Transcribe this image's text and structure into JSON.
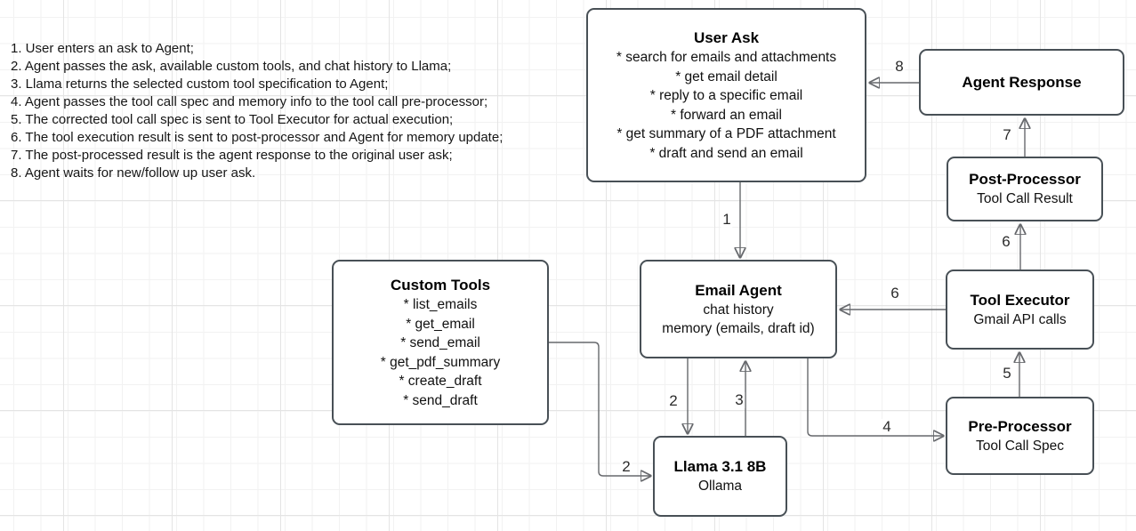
{
  "diagram": {
    "notes": {
      "steps": [
        "1. User enters an ask to Agent;",
        "2. Agent passes the ask, available custom tools, and chat history to Llama;",
        "3. Llama returns the selected custom tool specification to Agent;",
        "4. Agent passes the tool call spec and memory info to the tool call pre-processor;",
        "5. The corrected tool call spec is sent to Tool Executor for actual execution;",
        "6. The tool execution result is sent to post-processor and Agent for memory update;",
        "7. The post-processed result is the agent response to the original user ask;",
        "8. Agent waits for new/follow up user ask."
      ]
    },
    "nodes": {
      "user_ask": {
        "title": "User Ask",
        "lines": [
          "* search for emails and attachments",
          "* get email detail",
          "* reply to a specific email",
          "* forward an email",
          "* get summary of a PDF attachment",
          "* draft and send an email"
        ]
      },
      "agent_response": {
        "title": "Agent Response"
      },
      "post_processor": {
        "title": "Post-Processor",
        "lines": [
          "Tool Call Result"
        ]
      },
      "tool_executor": {
        "title": "Tool Executor",
        "lines": [
          "Gmail API calls"
        ]
      },
      "pre_processor": {
        "title": "Pre-Processor",
        "lines": [
          "Tool Call Spec"
        ]
      },
      "email_agent": {
        "title": "Email Agent",
        "lines": [
          "chat history",
          "memory (emails, draft id)"
        ]
      },
      "custom_tools": {
        "title": "Custom Tools",
        "lines": [
          "* list_emails",
          "* get_email",
          "* send_email",
          "* get_pdf_summary",
          "* create_draft",
          "* send_draft"
        ]
      },
      "llama": {
        "title": "Llama 3.1 8B",
        "lines": [
          "Ollama"
        ]
      }
    },
    "edges": {
      "user_ask_to_email_agent": {
        "label": "1"
      },
      "email_agent_to_llama": {
        "label": "2"
      },
      "custom_tools_to_llama": {
        "label": "2"
      },
      "llama_to_email_agent": {
        "label": "3"
      },
      "email_agent_to_pre_processor": {
        "label": "4"
      },
      "pre_processor_to_tool_executor": {
        "label": "5"
      },
      "tool_executor_to_post_processor": {
        "label": "6"
      },
      "tool_executor_to_email_agent": {
        "label": "6"
      },
      "post_processor_to_agent_response": {
        "label": "7"
      },
      "agent_response_to_user_ask": {
        "label": "8"
      }
    },
    "colors": {
      "node_border": "#485056",
      "edge_line": "#67696d",
      "arrowhead": "#43474c",
      "grid_minor": "#f2f2f2",
      "grid_major": "#e4e4e4"
    }
  }
}
